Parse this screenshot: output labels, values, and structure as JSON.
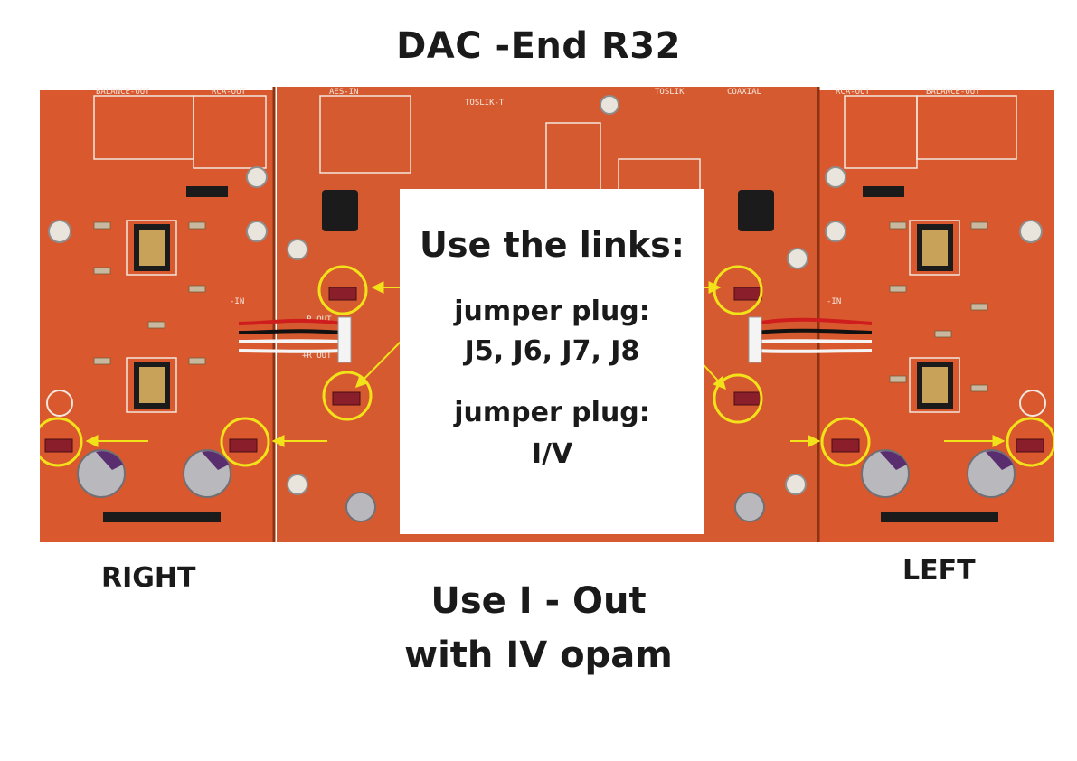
{
  "title": "DAC -End R32",
  "callout": {
    "heading": "Use the links:",
    "line1": "jumper plug:",
    "line2": "J5, J6, J7, J8",
    "line3": "jumper plug:",
    "line4": "I/V"
  },
  "labels": {
    "right": "RIGHT",
    "left": "LEFT"
  },
  "footer": {
    "line1": "Use  I - Out",
    "line2": "with  IV opam"
  },
  "colors": {
    "pcb": "#d9582e",
    "pcb_dark": "#b8441f",
    "annotation": "#f2e21a",
    "jumper": "#8a1e2a"
  }
}
